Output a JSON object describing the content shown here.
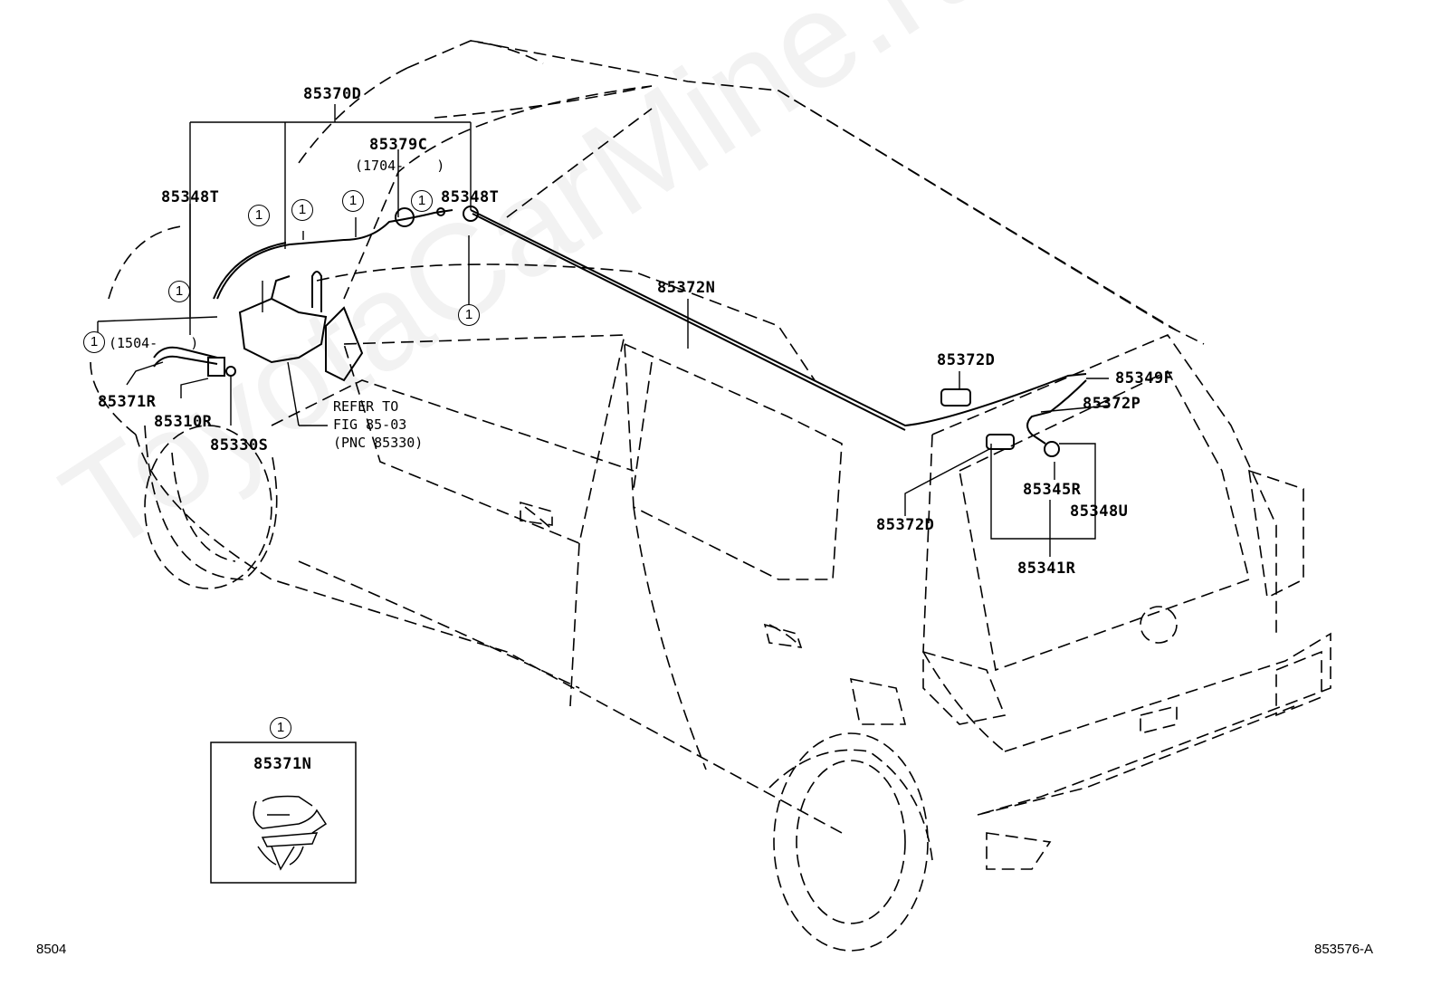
{
  "watermark": "ToyotaCarMine.ru",
  "labels": {
    "p85370D": "85370D",
    "p85379C": "85379C",
    "p85379C_range": "(1704-    )",
    "p85348T_left": "85348T",
    "p85348T_right": "85348T",
    "p85372N": "85372N",
    "p1504_range": "(1504-    )",
    "p85371R": "85371R",
    "p85310R": "85310R",
    "p85330S": "85330S",
    "refer_line1": "REFER TO",
    "refer_line2": "FIG 85-03",
    "refer_line3": "(PNC 85330)",
    "p85372D_top": "85372D",
    "p85349F": "85349F",
    "p85372P": "85372P",
    "p85345R": "85345R",
    "p85348U": "85348U",
    "p85372D_left": "85372D",
    "p85341R": "85341R",
    "p85371N": "85371N",
    "callout": "1"
  },
  "footer": {
    "left": "8504",
    "right": "853576-A"
  }
}
